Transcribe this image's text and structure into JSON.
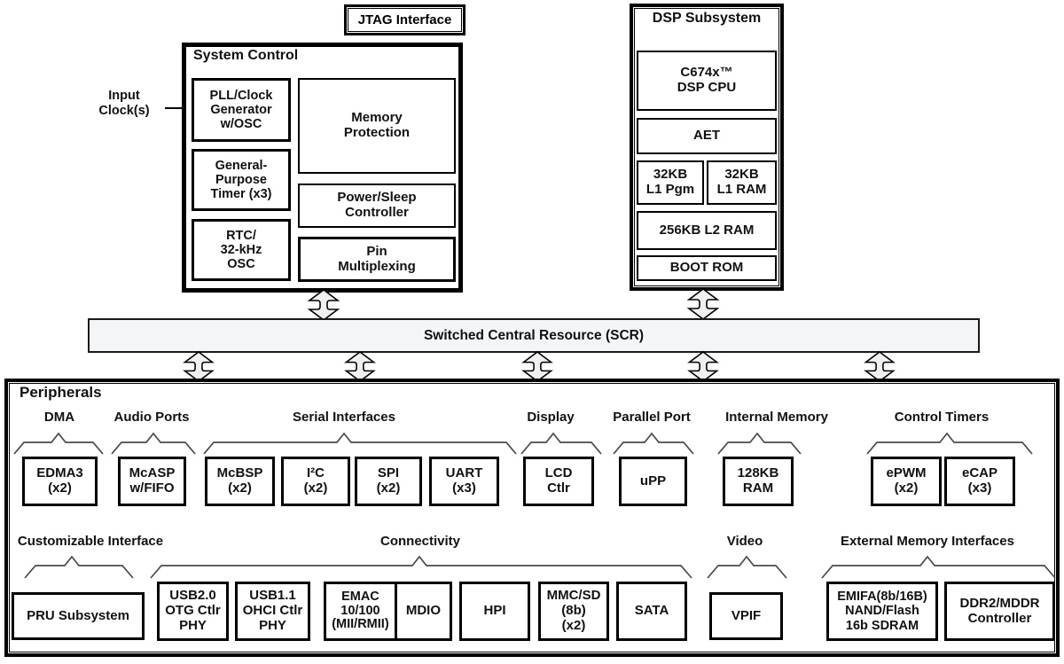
{
  "titles": {
    "jtag": "JTAG Interface",
    "input_clock": "Input\nClock(s)",
    "system_control": "System Control",
    "dsp": "DSP Subsystem",
    "scr": "Switched Central Resource (SCR)",
    "peripherals": "Peripherals"
  },
  "system_control_blocks": {
    "pll": "PLL/Clock\nGenerator\nw/OSC",
    "memory_protection": "Memory\nProtection",
    "gp_timer": "General-\nPurpose\nTimer (x3)",
    "power_sleep": "Power/Sleep\nController",
    "rtc": "RTC/\n32-kHz\nOSC",
    "pin_mux": "Pin\nMultiplexing"
  },
  "dsp_blocks": {
    "cpu": "C674x™\nDSP CPU",
    "aet": "AET",
    "l1_pgm": "32KB\nL1 Pgm",
    "l1_ram": "32KB\nL1 RAM",
    "l2_ram": "256KB L2 RAM",
    "boot_rom": "BOOT ROM"
  },
  "peripheral_groups": {
    "dma": {
      "label": "DMA",
      "blocks": {
        "edma3": "EDMA3\n(x2)"
      }
    },
    "audio": {
      "label": "Audio Ports",
      "blocks": {
        "mcasp": "McASP\nw/FIFO"
      }
    },
    "serial": {
      "label": "Serial Interfaces",
      "blocks": {
        "mcbsp": "McBSP\n(x2)",
        "i2c": "I²C\n(x2)",
        "spi": "SPI\n(x2)",
        "uart": "UART\n(x3)"
      }
    },
    "display": {
      "label": "Display",
      "blocks": {
        "lcd": "LCD\nCtlr"
      }
    },
    "parallel": {
      "label": "Parallel Port",
      "blocks": {
        "upp": "uPP"
      }
    },
    "internal_memory": {
      "label": "Internal Memory",
      "blocks": {
        "ram": "128KB\nRAM"
      }
    },
    "control_timers": {
      "label": "Control Timers",
      "blocks": {
        "epwm": "ePWM\n(x2)",
        "ecap": "eCAP\n(x3)"
      }
    },
    "customizable": {
      "label": "Customizable Interface",
      "blocks": {
        "pru": "PRU Subsystem"
      }
    },
    "connectivity": {
      "label": "Connectivity",
      "blocks": {
        "usb20": "USB2.0\nOTG Ctlr\nPHY",
        "usb11": "USB1.1\nOHCI Ctlr\nPHY",
        "emac": "EMAC\n10/100\n(MII/RMII)",
        "mdio": "MDIO",
        "hpi": "HPI",
        "mmcsd": "MMC/SD\n(8b)\n(x2)",
        "sata": "SATA"
      }
    },
    "video": {
      "label": "Video",
      "blocks": {
        "vpif": "VPIF"
      }
    },
    "external_memory": {
      "label": "External Memory Interfaces",
      "blocks": {
        "emifa": "EMIFA(8b/16B)\nNAND/Flash\n16b SDRAM",
        "ddr2": "DDR2/MDDR\nController"
      }
    }
  },
  "icons": {
    "bus_connector": "double-vertical-block-arrow",
    "input_clock_arrow": "right-arrow"
  },
  "colors": {
    "line": "#000000",
    "bus_fill": "#f4f5f6",
    "arrow_fill": "#f0f0f0",
    "brace_stroke": "#4a4a4a",
    "background": "#ffffff"
  }
}
